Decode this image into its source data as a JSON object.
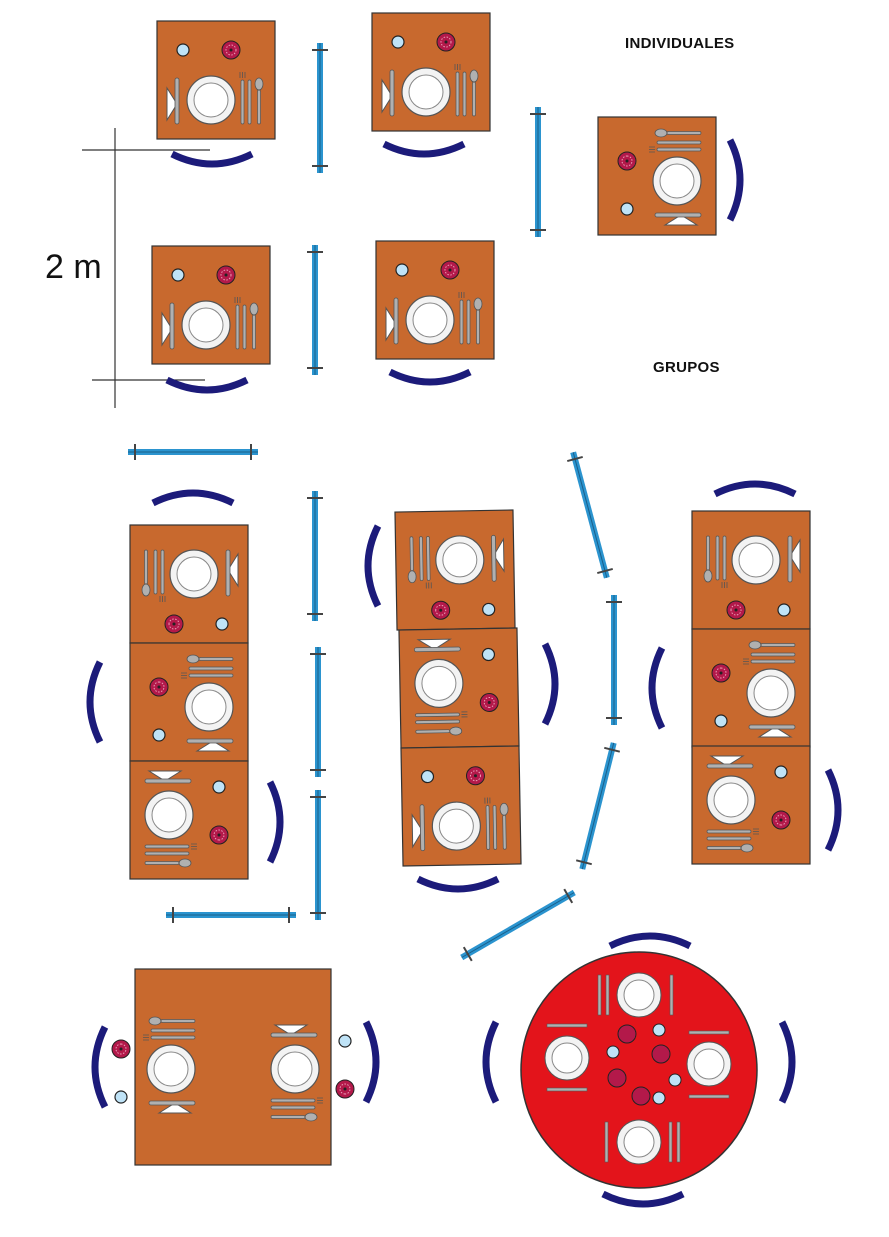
{
  "labels": {
    "individuales": "INDIVIDUALES",
    "grupos": "GRUPOS",
    "scale": "2 m"
  },
  "colors": {
    "table": "#c8692e",
    "round_table": "#e3141b",
    "chair": "#1c1b7a",
    "partition": "#2b94cf",
    "plate": "#ffffff",
    "glass": "#bfe3f7",
    "wine_glass": "#b3194a",
    "cutlery": "#9a9a9a",
    "outline": "#333333"
  },
  "icons": [
    "table-icon",
    "plate-icon",
    "glass-icon",
    "wine-glass-icon",
    "fork-icon",
    "knife-icon",
    "spoon-icon",
    "napkin-icon",
    "chair-icon",
    "partition-icon"
  ]
}
